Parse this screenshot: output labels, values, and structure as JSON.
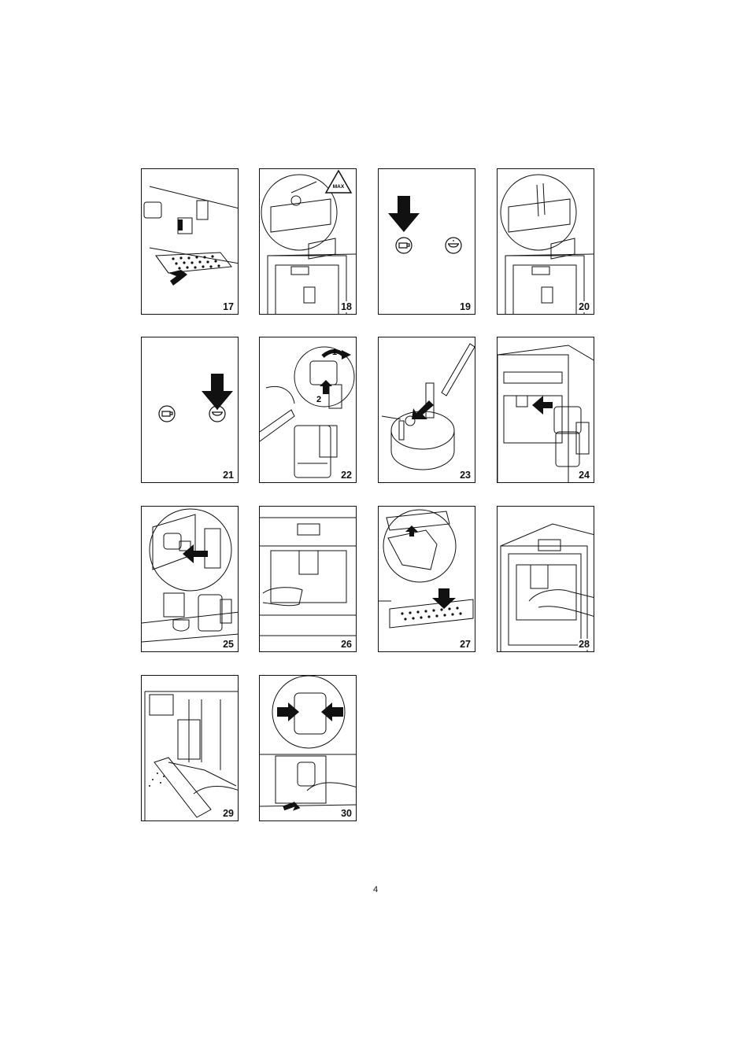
{
  "figures": [
    {
      "number": "17",
      "icon": "drip-tray-removal"
    },
    {
      "number": "18",
      "icon": "water-tank-fill-max"
    },
    {
      "number": "19",
      "icon": "press-left-button"
    },
    {
      "number": "20",
      "icon": "add-descaler"
    },
    {
      "number": "21",
      "icon": "press-right-button"
    },
    {
      "number": "22",
      "icon": "fill-milk-container"
    },
    {
      "number": "23",
      "icon": "milk-lid-cleaning"
    },
    {
      "number": "24",
      "icon": "attach-milk-container"
    },
    {
      "number": "25",
      "icon": "milk-dispensing"
    },
    {
      "number": "26",
      "icon": "coffee-spout-adjust"
    },
    {
      "number": "27",
      "icon": "drip-tray-insert"
    },
    {
      "number": "28",
      "icon": "dispensing-hand"
    },
    {
      "number": "29",
      "icon": "brew-unit-vacuum"
    },
    {
      "number": "30",
      "icon": "remove-brew-unit"
    }
  ],
  "labels": {
    "max": "MAX",
    "step1": "1",
    "step2": "2"
  },
  "page_number": "4"
}
